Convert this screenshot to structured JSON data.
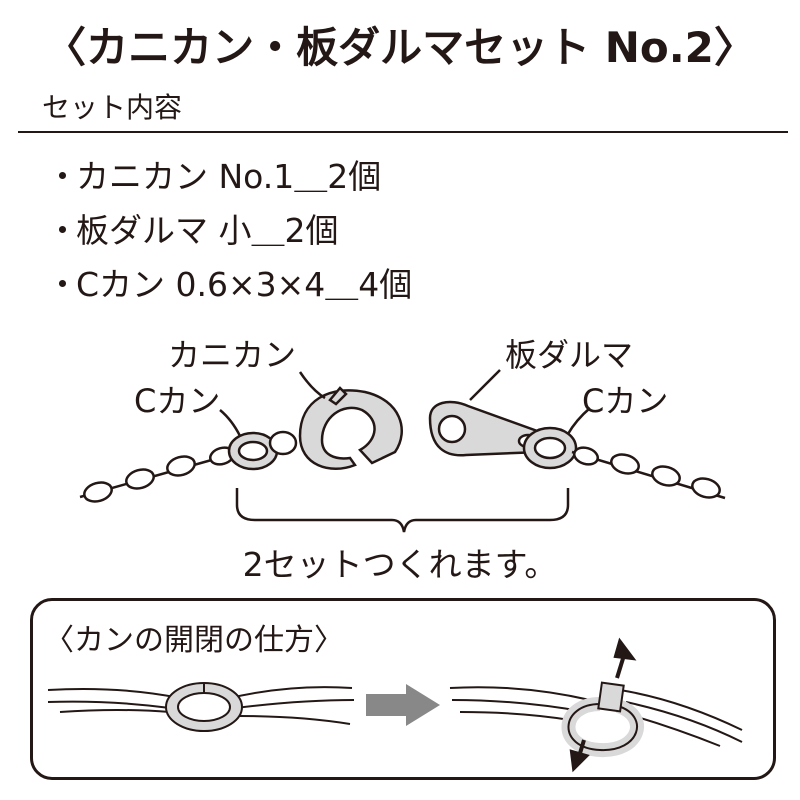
{
  "title": "〈カニカン・板ダルマセット No.2〉",
  "contents_label": "セット内容",
  "contents_items": [
    {
      "bullet": "・",
      "text": "カニカン No.1＿2個"
    },
    {
      "bullet": "・",
      "text": "板ダルマ 小＿2個"
    },
    {
      "bullet": "・",
      "text": "Cカン 0.6×3×4＿4個"
    }
  ],
  "diagram_labels": {
    "lobster_clasp": "カニカン",
    "jump_ring_left": "Cカン",
    "tag_plate": "板ダルマ",
    "jump_ring_right": "Cカン"
  },
  "sets_note": "2セットつくれます。",
  "howto_title": "〈カンの開閉の仕方〉",
  "colors": {
    "text": "#231815",
    "part_fill": "#d9d9d9",
    "arrow_fill": "#888888"
  },
  "icons": [
    "lobster-clasp-icon",
    "jump-ring-icon",
    "tag-plate-icon",
    "chain-icon",
    "pliers-icon",
    "arrow-right-icon",
    "twist-arrow-icon"
  ]
}
